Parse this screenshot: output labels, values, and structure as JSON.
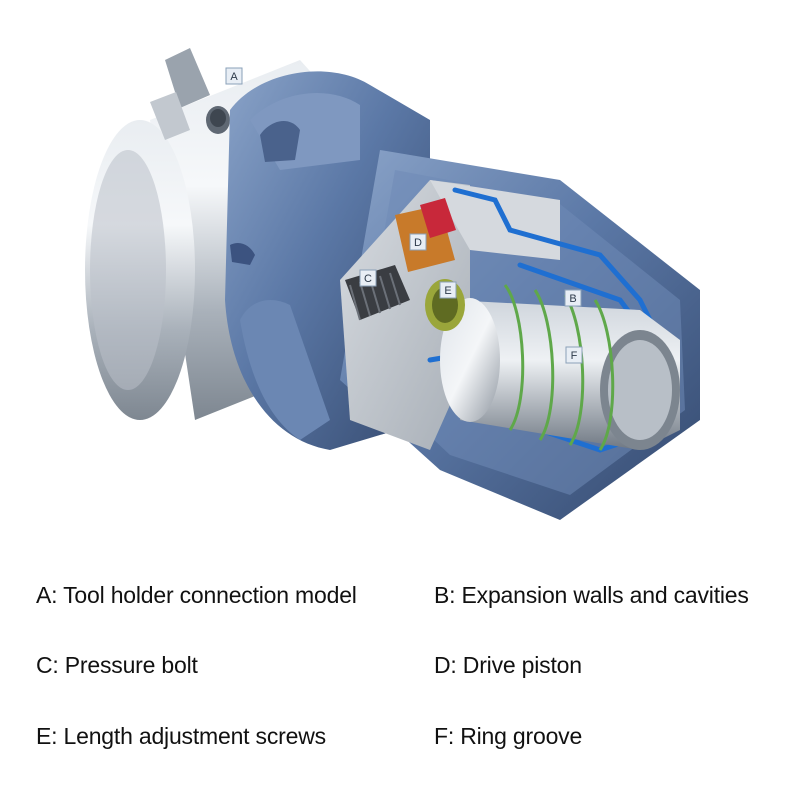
{
  "callouts": {
    "a": "A",
    "b": "B",
    "c": "C",
    "d": "D",
    "e": "E",
    "f": "F"
  },
  "legend": {
    "a": "A: Tool holder connection model",
    "b": "B: Expansion walls and cavities",
    "c": "C: Pressure bolt",
    "d": "D: Drive piston",
    "e": "E: Length adjustment screws",
    "f": "F: Ring groove"
  },
  "colors": {
    "steel": "#c9cfd6",
    "blue_body": "#5b78a6",
    "cavity_blue": "#1f6fd1",
    "ring_green": "#5fa84a",
    "piston_red": "#c8283a",
    "piston_orange": "#c87a2a"
  }
}
